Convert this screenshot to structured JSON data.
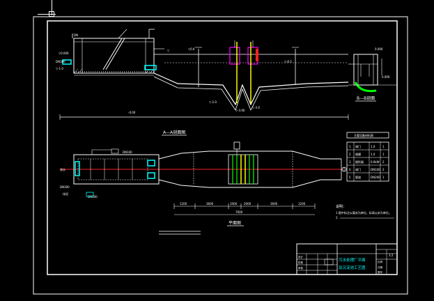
{
  "viewer": {
    "background": "#000000",
    "line_color": "#ffffff",
    "accent_red": "#ff2020",
    "accent_cyan": "#00ffff",
    "accent_green": "#00ff00",
    "accent_yellow": "#ffff00",
    "accent_magenta": "#ff00ff"
  },
  "drawing": {
    "section_title": "A—A剖面图",
    "plan_title": "平面图",
    "side_title": "B—B剖面",
    "plan_total_dim": "7600",
    "section_dims": {
      "left": "1200",
      "mid_left": "3600",
      "center1": "1000",
      "center2": "2000",
      "mid_right": "3600",
      "right": "1200"
    },
    "section_level_left": "-0.00",
    "section_level_b1": "0.000",
    "section_level_b2": "0.000",
    "notes_title": "说明：",
    "note_line_1": "1.图中标注以毫米为单位，标高以米为单位。",
    "note_line_2": "2.",
    "equipment_table": {
      "header": "主要设备材料表",
      "rows": [
        {
          "no": "1",
          "name": "闸门",
          "spec": "1.0",
          "qty": "1"
        },
        {
          "no": "2",
          "name": "格栅",
          "spec": "1.0",
          "qty": "1"
        },
        {
          "no": "3",
          "name": "搅拌器",
          "spec": "0.6kW",
          "qty": "2"
        },
        {
          "no": "4",
          "name": "阀门",
          "spec": "DN100",
          "qty": "2"
        },
        {
          "no": "5",
          "name": "管道",
          "spec": "DN200",
          "qty": "1"
        }
      ]
    },
    "title_block": {
      "project_title_1": "污水处理厂平面",
      "project_title_2": "及沉淀池工艺图",
      "drawing_no": "3.2",
      "cells": [
        "设计",
        "校核",
        "审核",
        "比例",
        "日期",
        "图号"
      ]
    }
  }
}
